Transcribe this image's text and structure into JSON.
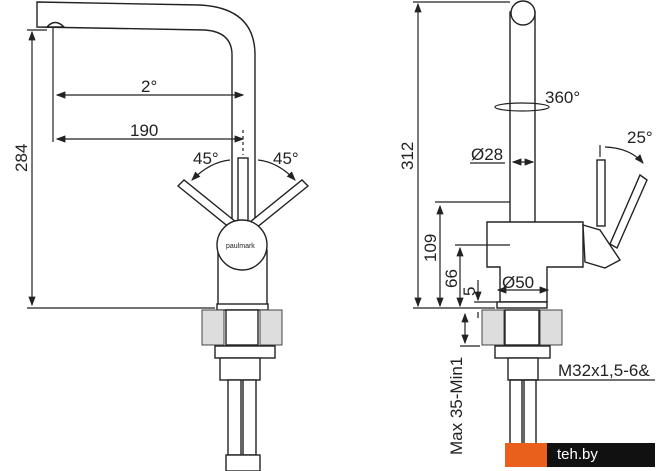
{
  "front_view": {
    "height": "284",
    "reach": "190",
    "swing_angle": "2°",
    "left_handle": "45°",
    "right_handle": "45°",
    "brand": "paulmark"
  },
  "side_view": {
    "height": "312",
    "rotation": "360°",
    "spout_diameter": "Ø28",
    "handle_tilt": "25°",
    "handle_height": "109",
    "spout_mount": "66",
    "base_height": "5",
    "base_diameter": "Ø50",
    "countertop": "Max 35-Min1",
    "thread": "M32x1,5-6&"
  },
  "watermark": "teh.by"
}
